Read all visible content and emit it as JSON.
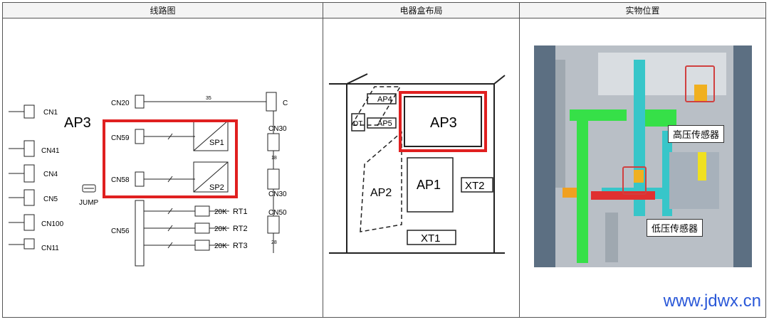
{
  "headers": [
    "线路图",
    "电器盒布局",
    "实物位置"
  ],
  "wiring": {
    "board": "AP3",
    "left_connectors": [
      "CN1",
      "CN41",
      "CN4",
      "CN5",
      "CN100",
      "CN11"
    ],
    "mid_connectors": [
      "CN20",
      "CN59",
      "CN58",
      "CN56"
    ],
    "right_connectors": [
      "C",
      "CN30",
      "CN30",
      "CN50"
    ],
    "jump_label": "JUMP",
    "switches": [
      "SP1",
      "SP2"
    ],
    "sensors": [
      {
        "value": "20K",
        "name": "RT1"
      },
      {
        "value": "20K",
        "name": "RT2"
      },
      {
        "value": "20K",
        "name": "RT3"
      }
    ],
    "pin_labels": [
      "35",
      "18",
      "28"
    ]
  },
  "layout": {
    "boxes": [
      "AP4",
      "AP5",
      "DT",
      "AP3",
      "AP2",
      "AP1",
      "XT2",
      "XT1"
    ]
  },
  "photo": {
    "labels": [
      "高压传感器",
      "低压传感器"
    ]
  },
  "watermark": "www.jdwx.cn",
  "colors": {
    "highlight": "#e02020",
    "watermark": "#2a58d8"
  }
}
